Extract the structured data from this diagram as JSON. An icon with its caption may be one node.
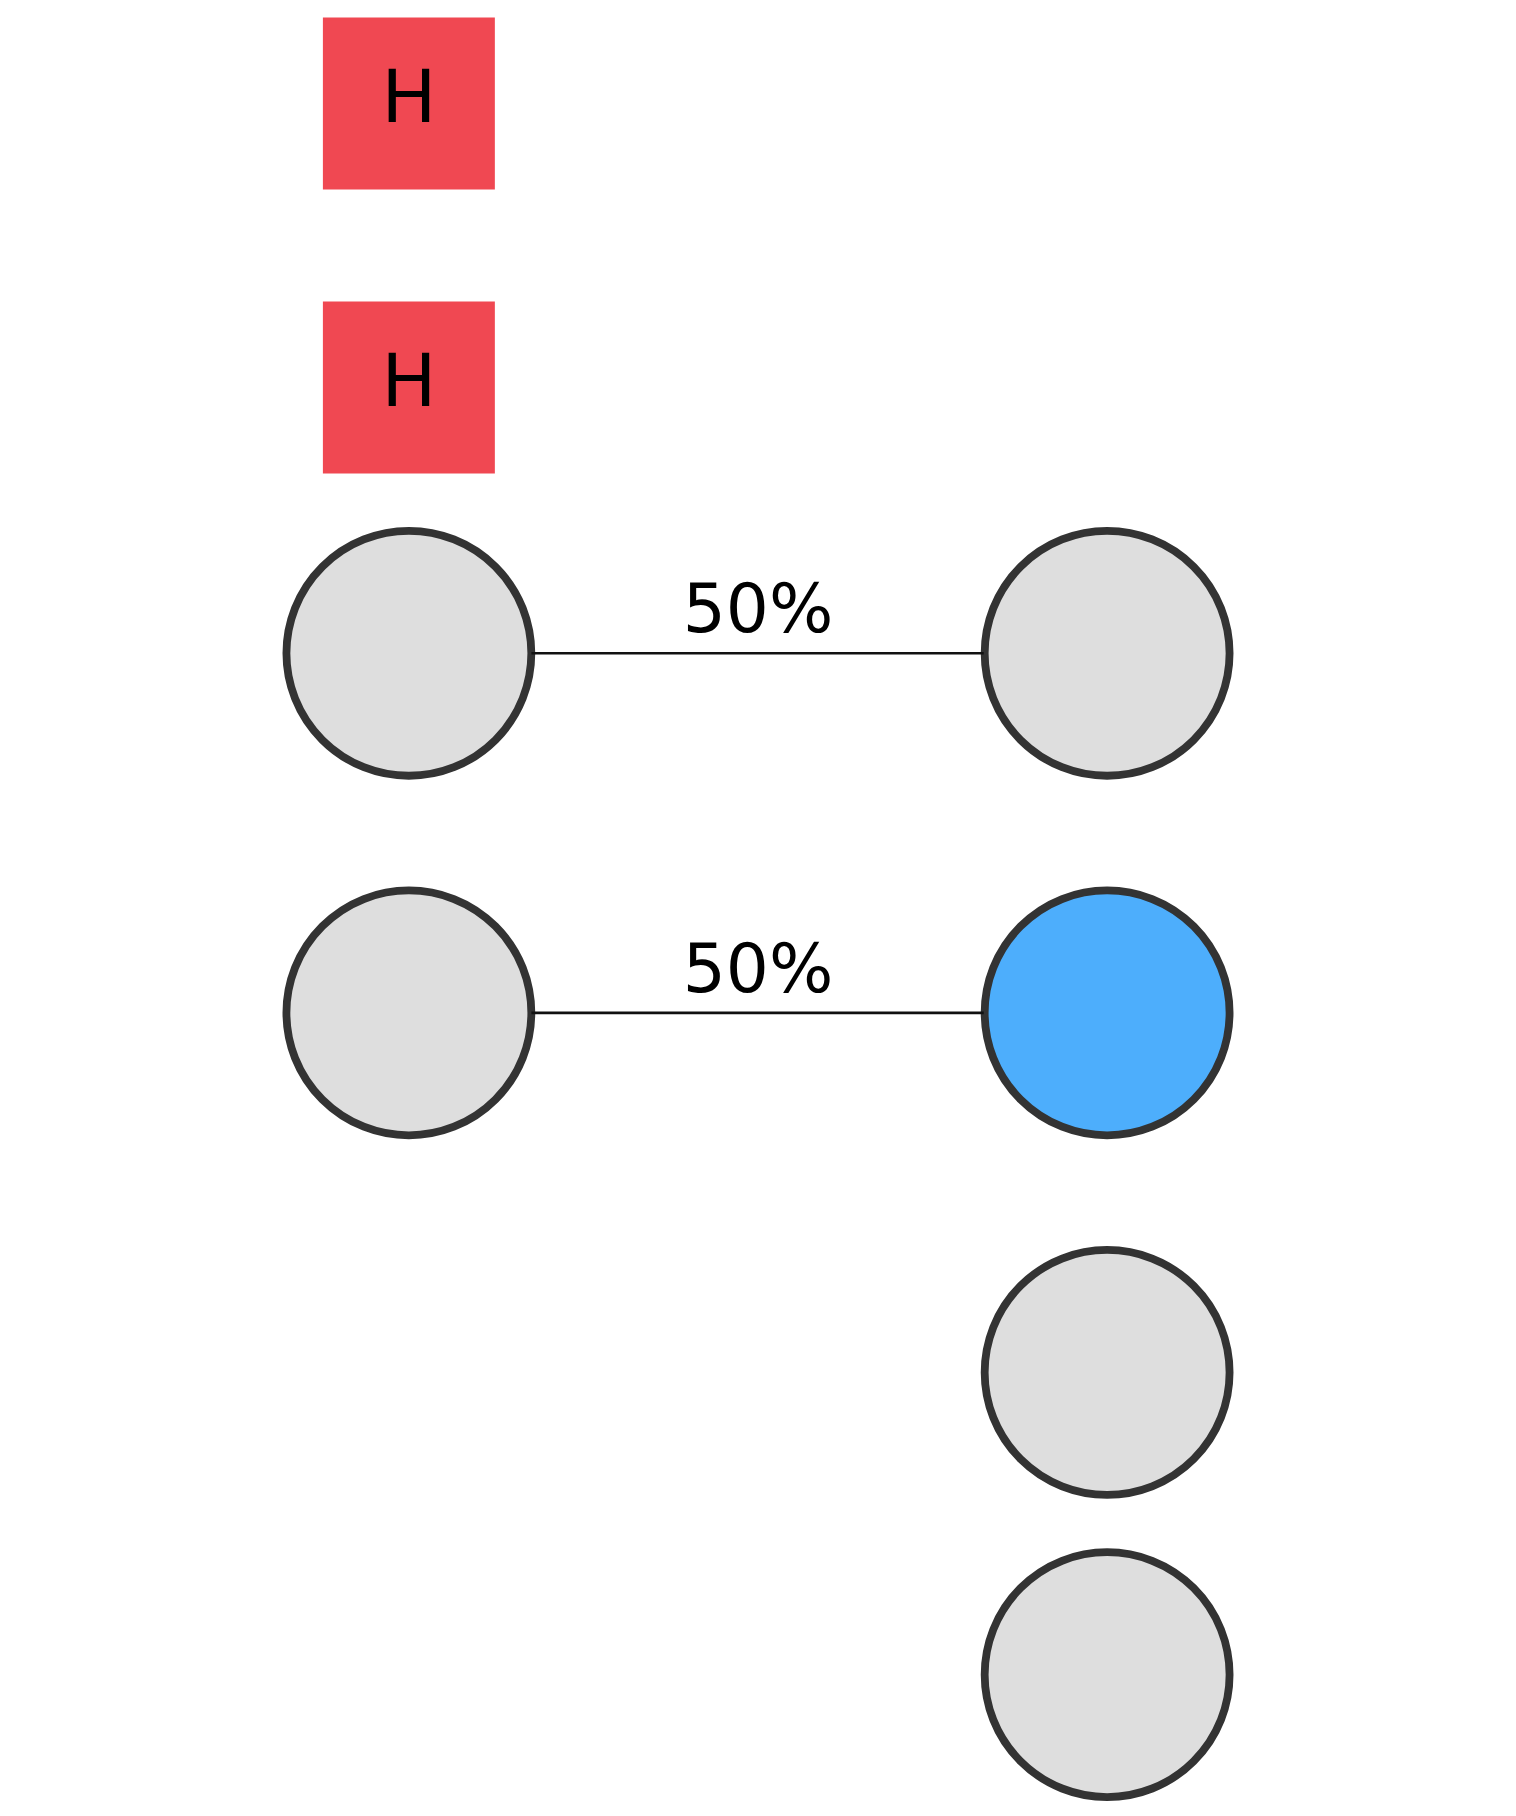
{
  "diagram": {
    "nodes": [
      {
        "text": [],
        "shape": "circle"
      },
      {
        "text": [],
        "shape": "circle"
      },
      {
        "text": [
          "H"
        ]
      },
      {
        "text": [],
        "shape": "circle"
      },
      {
        "text": [],
        "shape": "circle"
      },
      {
        "text": [
          "H"
        ]
      },
      {
        "text": [],
        "shape": "circle"
      },
      {
        "text": [],
        "shape": "circle"
      }
    ],
    "edges": [
      {
        "from": 0,
        "to": 4,
        "arrow": "none",
        "label": "50%"
      },
      {
        "from": 1,
        "to": 6,
        "arrow": "none",
        "label": "50%"
      }
    ]
  }
}
